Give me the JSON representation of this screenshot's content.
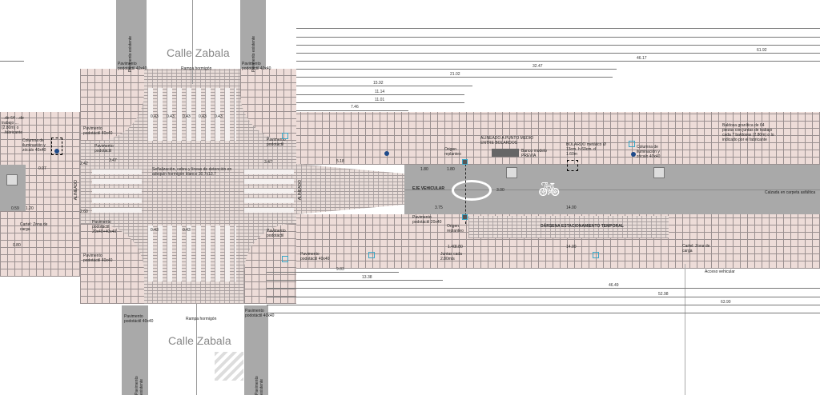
{
  "streets": {
    "top_name": "Calle Zabala",
    "bottom_name": "Calle Zabala"
  },
  "labels": {
    "rampa_top": "Rampa hormigón",
    "rampa_bottom": "Rampa hormigón",
    "pav_existente": "Pavimento existente",
    "pav_podotactil": "Pavimento podotáctil 40x40",
    "pav_podotactil_short": "Pavimento podotáctil",
    "pav_mixed": "Pavimento podotáctil 20x40+40x40",
    "pav_20x40": "Pavimento podotáctil 20x40",
    "senalizacion": "Señalización, cebra y líneas de detención en adoquín hormigón blanco 20.7x13.7",
    "eje_vehicular": "EJE VEHICULAR",
    "darsena": "DÁRSENA ESTACIONAMIENTO TEMPORAL",
    "alineado": "ALINEADO A PUNTO MEDIO ENTRE BOLARDOS",
    "banco": "Banco modelo PREVIA",
    "bolardo": "BOLARDO metálico Ø 13cm. h 60cm. d 1.60m",
    "columna": "Columna de iluminación y zócalo 40x40",
    "columna_left": "Columna de iluminación y zócalo 40x40",
    "baldosa": "Baldosa granítica de 64 piezas con juntas de trabajo cada 7 baldosas (2.80m) o lo indicado por el fabricante",
    "baldosa_left": "...de 64 ...de trabajo ...(2.80m) o ...fabricante",
    "calzada": "Calzada en carpeta asfáltica",
    "origen_top": "Origen replanteo",
    "origen_bottom": "Origen replanteo",
    "juntas": "Juntas cada 2.80mts",
    "cartel_right": "Cartel: Zona de carga",
    "cartel_left": "Cartel: Zona de carga",
    "acceso": "Acceso vehicular",
    "alineado_v": "ALINEADO"
  },
  "intersection_dims": [
    "0.43",
    "0.43",
    "0.43",
    "0.43",
    "0.43",
    "0.43",
    "0.43"
  ],
  "local_dims": {
    "d347a": "3.47",
    "d347b": "3.47",
    "d242": "2.42",
    "d260": "2.60",
    "d518": "5.18",
    "d180a": "1.80",
    "d180b": "1.80",
    "d375": "3.75",
    "d1400a": "14.00",
    "d1400b": "14.00",
    "d300": "3.00",
    "d140": "1.40",
    "d080": "0.80",
    "d097": "0.97",
    "d059": "0.59",
    "d120": "1.20",
    "d080b": "0.80"
  },
  "top_dimensions": [
    "61.92",
    "46.17",
    "32.47",
    "21.02",
    "15.92",
    "11.14",
    "11.01",
    "7.46"
  ],
  "bottom_dimensions": [
    "9.83",
    "13.38",
    "46.49",
    "52.98",
    "63.90"
  ],
  "colors": {
    "paving": "#eddcd8",
    "road": "#a9a9a9",
    "marker": "#3aa6c6",
    "lamp": "#1e4a8a"
  }
}
